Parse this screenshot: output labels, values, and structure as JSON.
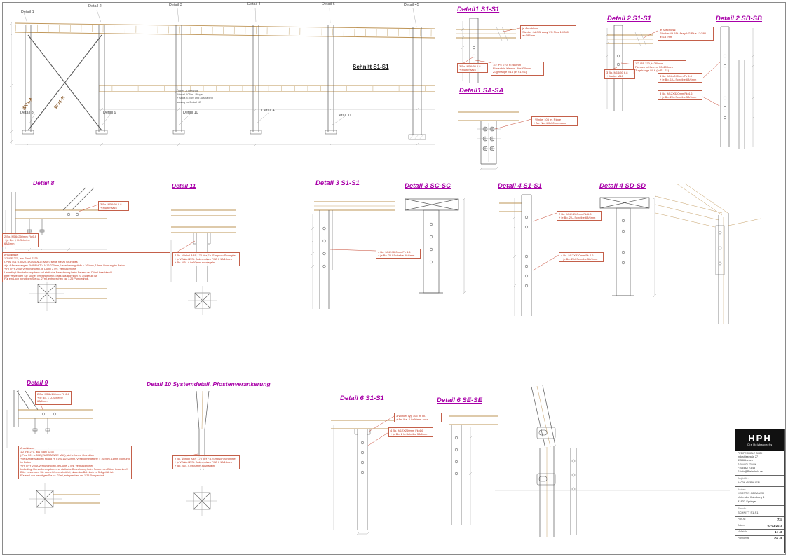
{
  "colors": {
    "header": "#A800A8",
    "annotation": "#C03018",
    "member": "#5A5A5A",
    "timber": "#BE9455",
    "dim": "#9A9A9A"
  },
  "section": {
    "title": "Schnitt S1-S1",
    "top_labels": [
      "Detail 1",
      "Detail 2",
      "Detail 3",
      "Detail 4",
      "Detail 6",
      "Detail 45"
    ],
    "bottom_labels": [
      "Detail 8",
      "Detail 9",
      "Detail 10",
      "Detail 4",
      "Detail 11"
    ],
    "brace_labels": [
      "WV1-A",
      "WV1-B"
    ],
    "note": "Dübel - Unterzug:\nWinkel 105 m. Rippe\n+ Anka 4.0/50 und ausnageln\nanalog zu Detail 12"
  },
  "headers": {
    "d1s1": "Detail1 S1-S1",
    "d1sa": "Detail1 SA-SA",
    "d2s1": "Detail 2 S1-S1",
    "d2sb": "Detail 2 SB-SB",
    "d8": "Detail 8",
    "d11": "Detail 11",
    "d3s1": "Detail 3 S1-S1",
    "d3sc": "Detail 3 SC-SC",
    "d4s1": "Detail 4 S1-S1",
    "d4sd": "Detail 4 SD-SD",
    "d9": "Detail 9",
    "d10": "Detail 10 Systemdetail, Pfostenverankerung",
    "d6s1": "Detail 6 S1-S1",
    "d6se": "Detail 6 SE-SE"
  },
  "annotations": {
    "d1_anschluss": "je Anschluss:\nStecker 4d GB. Assy VG Plus 10/280\nø=187mm",
    "d1_bolts": "3 Bo. M16/50 6.8\n+ Mutter M16",
    "d1_ipe": "1/2 IPE 270, t=280mm\nFlansch in Klemm. 50x200mm\nZugehänge M16 (in S1-S1)",
    "d2_anschluss": "je Anschluss:\nStecker 4d 5St. Assy VG Plus 12/280\nø=187mm",
    "d2_ipe": "1/2 IPE 270, t=280mm\nFlansch in Klemm. 50x200mm\nZugehänge M16 (in S1-S1)",
    "d2_bolts": "3 Bo. M16/50 6.8\n+ Mutter M16",
    "d2sb_bolts1": "4 Bo. M16x240mm Fk 6.8\n+ je Bo. 1 U-Scheibe 68/6mm",
    "d2sb_bolts2": "3 Bo. M12X320mm Fk 4.6\n+ je Bo. 2 U-Scheibe 58/6mm",
    "dsa_winkel": "I Winkel 105 m. Rippe\n+ An. Na. 4.0x50mm ausn.",
    "d8_bolts_top": "3 Bo. M16/50 6.8\n+ Mutter M16",
    "d8_bolts_left": "2 Bo. M16x260mm Fk 6.8\n+ je Bo. 1 U-Scheibe 68/6mm",
    "d8_block": "Anschlüsse:\n1/2 IPE 270, aus Stahl S235\n(-Pos. 501 u. 502 (ZUGSTANGE M16), siehe hierzu Grundriss\n+ je 4 Ankerstangen Fk 8.8 HIT-V M16/220mm, Verankerungstiefe = 16 bcm, 18mm Bohrung im Beton\n+ HIT HY 200A Verbundmörtel, je Dübel 27ml. Verbundmörtel\nUnbedingt Herstellerangaben und statische Berechnung beim Setzen der Dübel beachten!!!\nBitte verwenden Sie so viel Verbundmörtel, dass das Bohrloch zu 3/4 gefüllt ist.\nFür ein Loch benötigen Sie ca. 27ml, entsprechen ca. 1.25 Pumpenhub.",
    "d11_winkel": "2 Bk. Winkel ABR 170 der Fa. Simpson Strongtie\n+ je Winkel 2 St. Ankerbolzen FAZ II 10/10mm\n+ Bo. 4St. 4.0x50mm ausnageln",
    "d3_bolts": "4 Bo. M12X320mm Fk 4.6\n+ je Bo. 2 U-Scheibe 58/6mm",
    "d4_bolts_top": "2 Bo. M12X260mm Fk 6.8\n+ je Bo. 2 U-Scheibe 68/6mm",
    "d4_bolts_bottom": "4 Bo. M12X320mm Fk 4.6\n+ je Bo. 2 U-Scheibe 58/6mm",
    "d9_bolts": "2 Bo. M16x140mm Fk 6.8\n+ je Bo. 1 U-Scheibe 68/6mm",
    "d9_block": "Anschlüsse:\n1/2 IPE 270, aus Stahl S235\n(-Pos. 501 u. 502 (ZUGSTANGE M16), siehe hierzu Grundriss\n+ je 4 Ankerstangen Fk 8.8 HIT-V M16/220mm, Verankerungstiefe = 16 bcm, 18mm Bohrung im Beton\n+ HIT HY 200A Verbundmörtel, je Dübel 27ml. Verbundmörtel\nUnbedingt Herstellerangaben und statische Berechnung beim Setzen der Dübel beachten!!!\nBitte verwenden Sie so viel Verbundmörtel, dass das Bohrloch zu 3/4 gefüllt ist.\nFür ein Loch benötigen Sie ca. 27ml, entsprechen ca. 1.25 Pumpenhub.",
    "d10_winkel": "2 Bk. Winkel ABR 170 der Fa. Simpson Strongtie\n+ je Winkel 2 St. Ankerbolzen FAZ II 10/16mm\n+ Bo. 4St. 4.0x50mm ausnageln",
    "d6_winkel": "3 Winkel Typ 105 m. Ri.\n+ An. Na. 4.0x50mm ausn.",
    "d6_bolts": "4 Bo. M12X260mm Fk 4.6\n+ je Bo. 2 U-Scheibe 58/6mm"
  },
  "titleblock": {
    "logo": "HPH",
    "logo_sub": "Die Holzbauprofis",
    "company": [
      "PFEIFERHOLZ GMBH",
      "Industriestraße 27",
      "49536 Lienen",
      "T: 05482/ 73 44b",
      "F: 05482/ 73 45",
      "E: info@Pfeiferholz.de"
    ],
    "project_label": "Projekt-Nr.:",
    "project_value": "14006 GEBAUER",
    "bauherr_label": "Bauherr:",
    "bauherr": [
      "KERSTIN GEBAUER",
      "Unter der Kalmburg 4",
      "31832 Springe"
    ],
    "plan_label": "Planinfo:",
    "plan_value": "SCHNITT S1-S1",
    "rows": [
      {
        "label": "Plan-Nr.",
        "value": "724"
      },
      {
        "label": "Datum:",
        "value": "07-03-2015"
      },
      {
        "label": "Maßstab:",
        "value": "1 : 40"
      },
      {
        "label": "Planformat:",
        "value": "On 48"
      }
    ]
  }
}
